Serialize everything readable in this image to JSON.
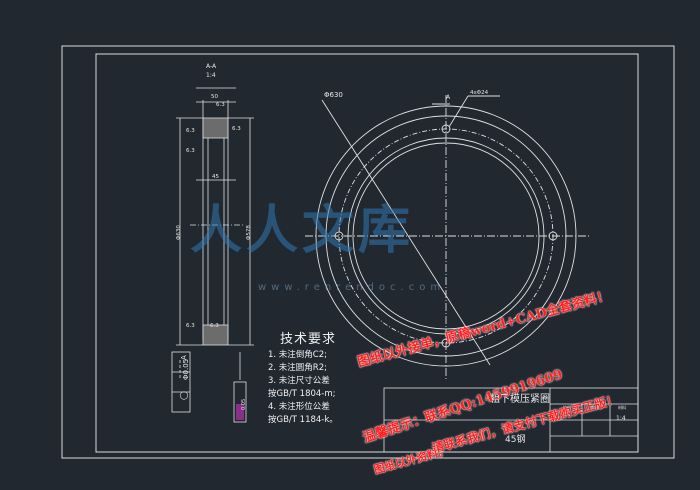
{
  "drawing": {
    "section_label": "A-A",
    "section_scale": "1:4",
    "dims": {
      "top_width": "50",
      "chamfer_top": "6.3",
      "right_top": "6.3",
      "left_small": "6.3",
      "left_small2": "6.3",
      "inner": "45",
      "dia_outer": "Φ630",
      "dia_inner": "Φ578",
      "bottom_top": "6.3",
      "bottom_left": "6.3",
      "plan_dia": "Φ630",
      "holes": "4xΦ24",
      "section_mark": "A"
    },
    "gdt_box": [
      "◯",
      "Φ0.05",
      "A"
    ],
    "datum": "A",
    "flatness": "0.05"
  },
  "notes": {
    "title": "技术要求",
    "lines": [
      "1. 未注倒角C2;",
      "2. 未注圆角R2;",
      "3. 未注尺寸公差",
      "按GB/T 1804-m;",
      "4. 未注形位公差",
      "按GB/T 1184-k。"
    ]
  },
  "title_block": {
    "part_name": "粗下模压紧圈",
    "material": "45钢",
    "scale": "1:4",
    "cells": [
      "比例",
      "数量",
      "材料"
    ]
  },
  "watermark": {
    "logo": "人人文库",
    "url": "www.renrendoc.com"
  },
  "promo": {
    "line1": "图纸以外接单，原稿word+CAD全套资料！",
    "line2": "温馨提示：联系QQ:1459919609",
    "line3": "请联系我们，请支付下载购买正版！",
    "line4": "图纸以外资料。"
  }
}
